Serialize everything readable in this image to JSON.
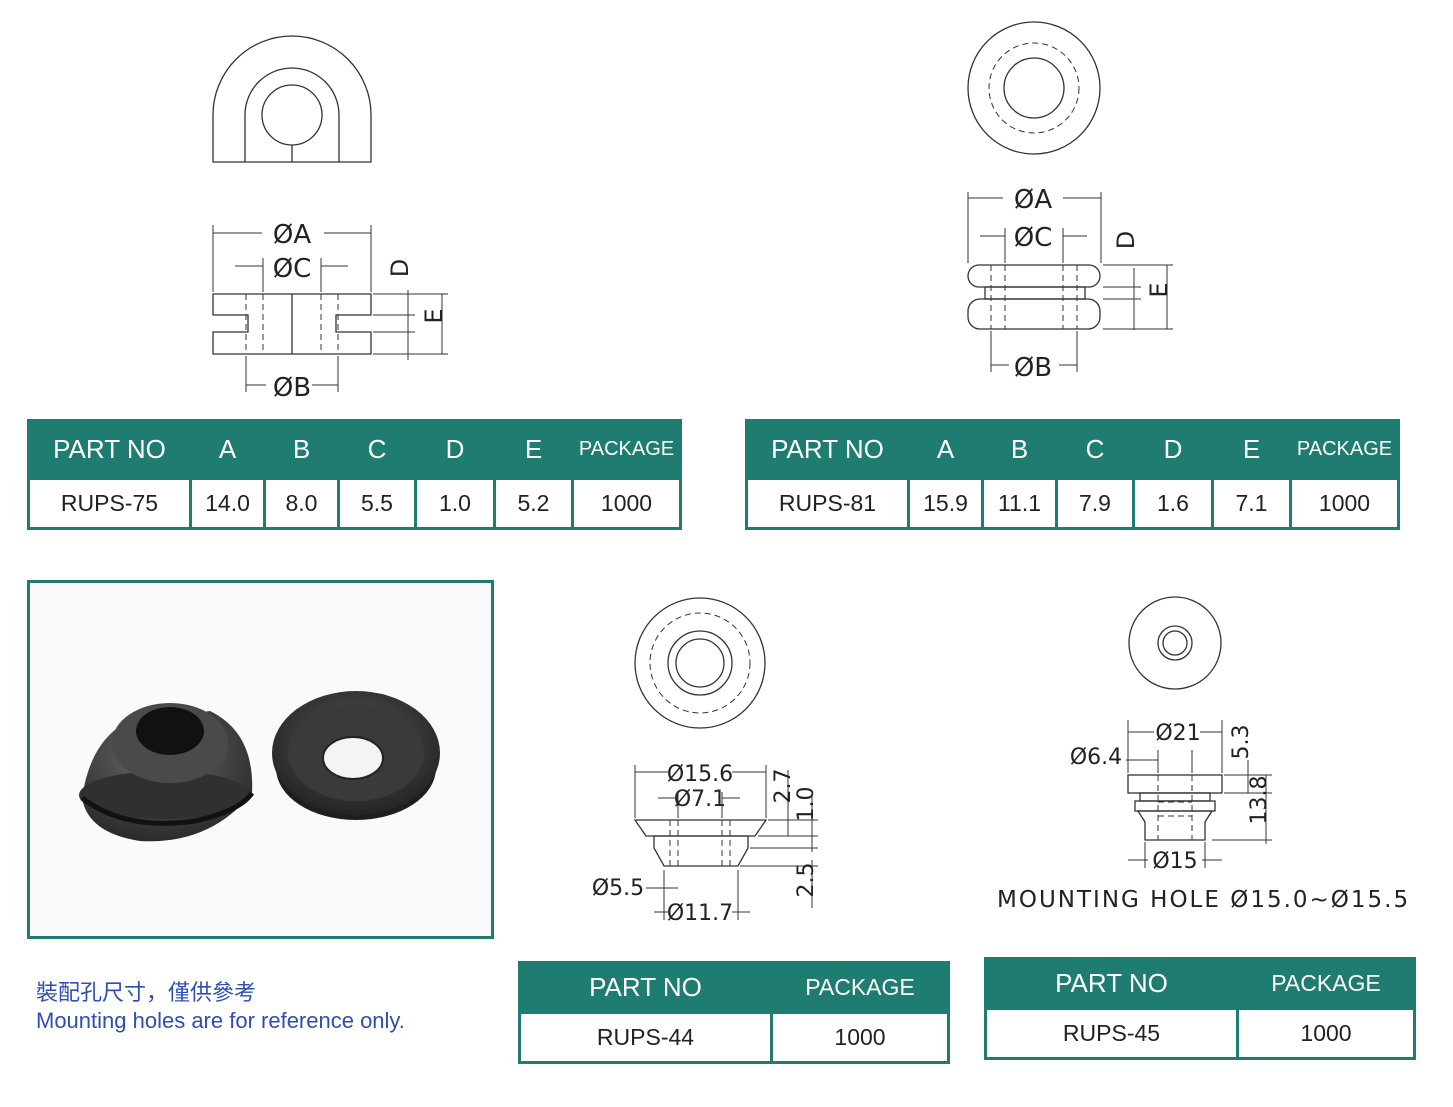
{
  "rups75": {
    "dims": {
      "a": "ØA",
      "c": "ØC",
      "b": "ØB",
      "d": "D",
      "e": "E"
    },
    "headers": [
      "PART NO",
      "A",
      "B",
      "C",
      "D",
      "E",
      "PACKAGE"
    ],
    "values": [
      "RUPS-75",
      "14.0",
      "8.0",
      "5.5",
      "1.0",
      "5.2",
      "1000"
    ]
  },
  "rups81": {
    "dims": {
      "a": "ØA",
      "c": "ØC",
      "b": "ØB",
      "d": "D",
      "e": "E"
    },
    "headers": [
      "PART NO",
      "A",
      "B",
      "C",
      "D",
      "E",
      "PACKAGE"
    ],
    "values": [
      "RUPS-81",
      "15.9",
      "11.1",
      "7.9",
      "1.6",
      "7.1",
      "1000"
    ]
  },
  "rups44": {
    "dims": {
      "d1": "Ø15.6",
      "d2": "Ø7.1",
      "d3": "Ø5.5",
      "d4": "Ø11.7",
      "h1": "2.7",
      "h2": "1.0",
      "h3": "2.5"
    },
    "headers": [
      "PART NO",
      "PACKAGE"
    ],
    "values": [
      "RUPS-44",
      "1000"
    ]
  },
  "rups45": {
    "dims": {
      "d1": "Ø21",
      "d2": "Ø6.4",
      "d3": "Ø15",
      "h1": "5.3",
      "h2": "13.8"
    },
    "mounting_hole": "MOUNTING HOLE Ø15.0~Ø15.5",
    "headers": [
      "PART NO",
      "PACKAGE"
    ],
    "values": [
      "RUPS-45",
      "1000"
    ]
  },
  "note": {
    "zh": "裝配孔尺寸，僅供參考",
    "en": "Mounting holes are for reference only."
  },
  "colors": {
    "accent": "#1e7c70",
    "note": "#2f4fb0"
  }
}
